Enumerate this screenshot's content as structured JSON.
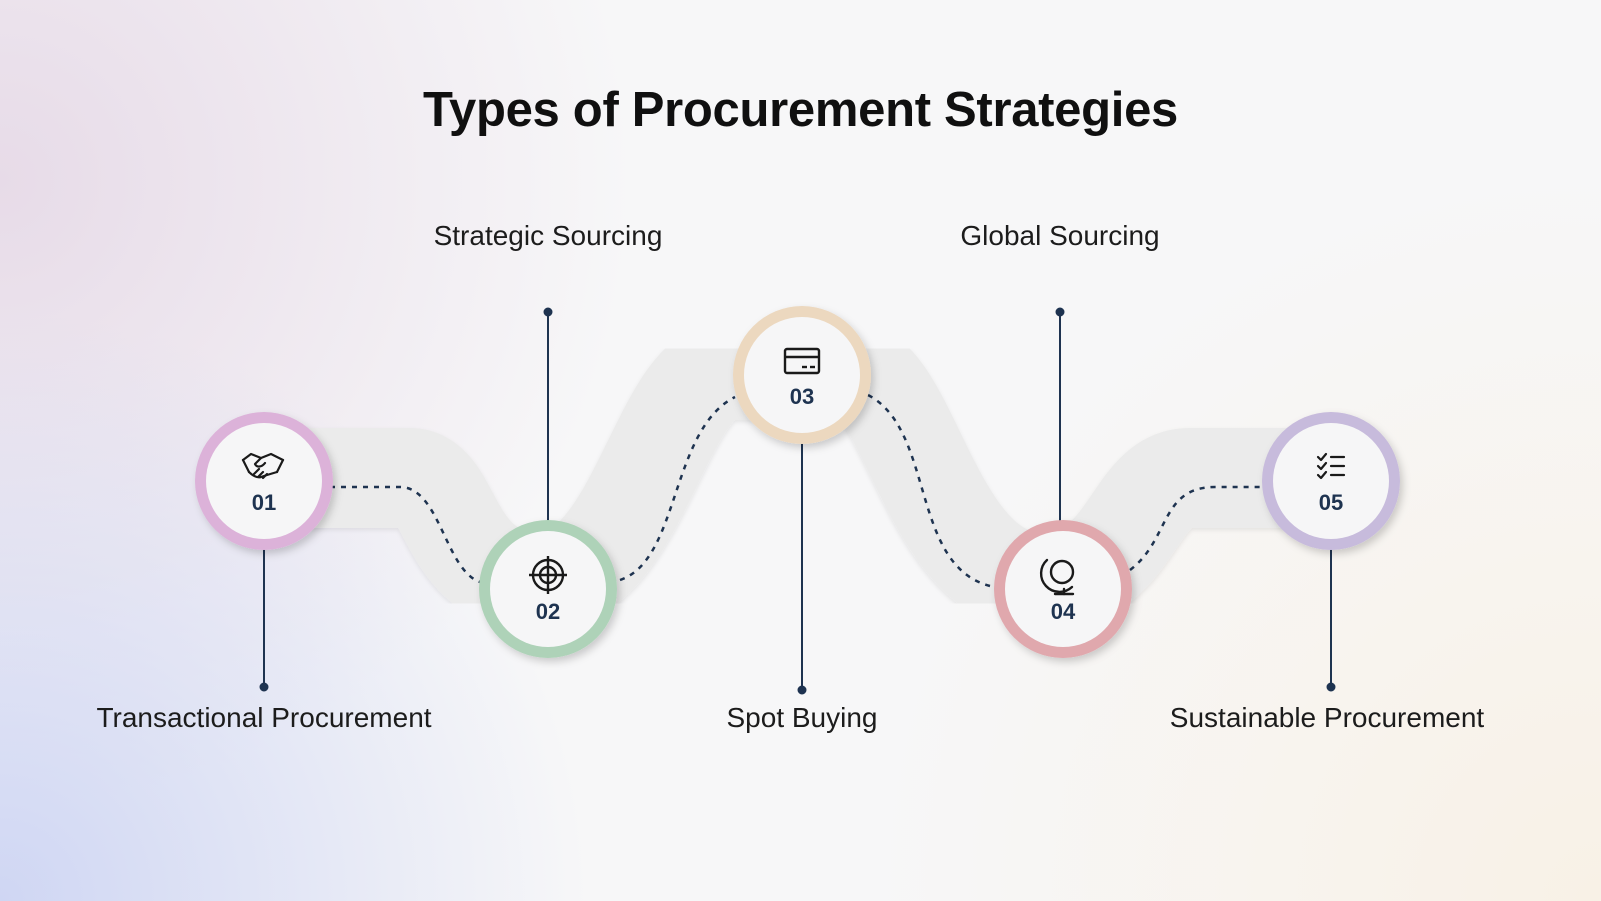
{
  "title": "Types of Procurement Strategies",
  "steps": [
    {
      "number": "01",
      "label": "Transactional Procurement",
      "icon": "handshake-icon",
      "ring_color": "#dcb2d9"
    },
    {
      "number": "02",
      "label": "Strategic Sourcing",
      "icon": "target-icon",
      "ring_color": "#aed2b8"
    },
    {
      "number": "03",
      "label": "Spot Buying",
      "icon": "credit-card-icon",
      "ring_color": "#ecd8bf"
    },
    {
      "number": "04",
      "label": "Global Sourcing",
      "icon": "globe-icon",
      "ring_color": "#e0a8ad"
    },
    {
      "number": "05",
      "label": "Sustainable Procurement",
      "icon": "checklist-icon",
      "ring_color": "#c7bbdc"
    }
  ]
}
